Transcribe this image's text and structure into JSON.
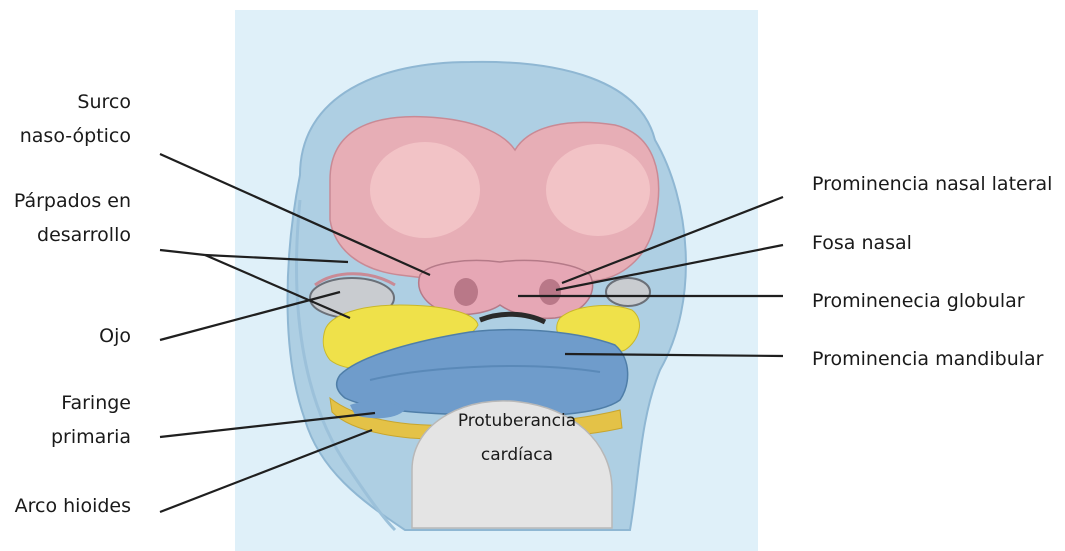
{
  "colors": {
    "background_panel": "#dff0f9",
    "head_blue": "#aecfe3",
    "head_blue_dark": "#8fb7d3",
    "forebrain_pink": "#e7aeb6",
    "eye_pink": "#f2c3c6",
    "nasal_pink": "#e6a7b5",
    "maxillary_yellow": "#efe14a",
    "mandibular_blue": "#6f9ccb",
    "hyoid_yellow": "#e4c247",
    "cardiac_gray": "#e4e4e4",
    "eye_gray": "#c9ccd0",
    "leader_line": "#1f1f1f"
  },
  "labels": {
    "surco_1": "Surco",
    "surco_2": "naso-óptico",
    "parpados_1": "Párpados en",
    "parpados_2": "desarrollo",
    "ojo": "Ojo",
    "faringe_1": "Faringe",
    "faringe_2": "primaria",
    "arco": "Arco hioides",
    "prom_nasal_lateral": "Prominencia nasal lateral",
    "fosa_nasal": "Fosa nasal",
    "prom_globular": "Prominenecia globular",
    "prom_mandibular": "Prominencia mandibular",
    "protuberancia_1": "Protuberancia",
    "protuberancia_2": "cardíaca"
  }
}
